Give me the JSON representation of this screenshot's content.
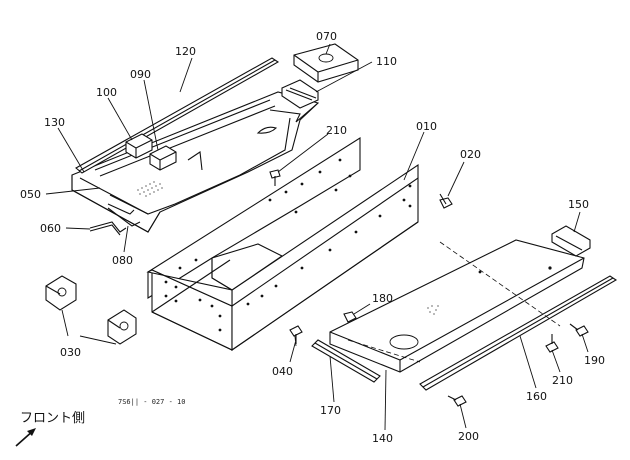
{
  "labels": {
    "l010": "010",
    "l020": "020",
    "l030": "030",
    "l040": "040",
    "l050": "050",
    "l060": "060",
    "l070": "070",
    "l080": "080",
    "l090": "090",
    "l100": "100",
    "l110": "110",
    "l120": "120",
    "l130": "130",
    "l140": "140",
    "l150": "150",
    "l160": "160",
    "l170": "170",
    "l180": "180",
    "l190": "190",
    "l200": "200",
    "l210a": "210",
    "l210b": "210"
  },
  "doc_code": "7S6|| - 027 - 10",
  "front_label": "フロント側",
  "front_icon": "arrow-northeast-icon"
}
